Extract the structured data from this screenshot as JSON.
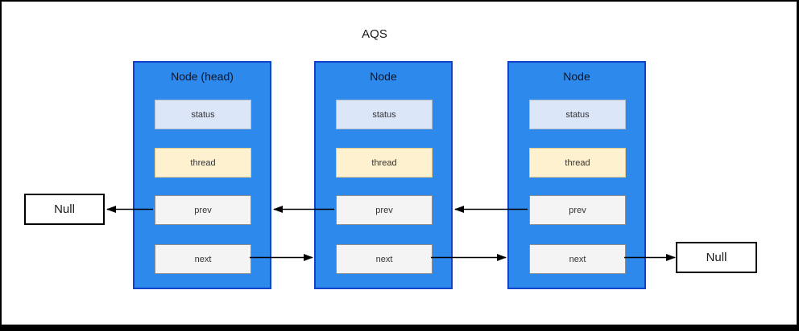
{
  "title": "AQS",
  "nodes": [
    {
      "title": "Node (head)"
    },
    {
      "title": "Node"
    },
    {
      "title": "Node"
    }
  ],
  "fields": {
    "status": "status",
    "thread": "thread",
    "prev": "prev",
    "next": "next"
  },
  "null_left": "Null",
  "null_right": "Null",
  "colors": {
    "node_fill": "#2e89ec",
    "node_border": "#1043c8",
    "status_fill": "#dbe6f8",
    "status_border": "#b4bdca",
    "thread_fill": "#fdf1cf",
    "thread_border": "#dfc98e",
    "pointer_fill": "#f4f4f4",
    "pointer_border": "#8f8f8f",
    "arrow": "#000000",
    "null_fill": "#ffffff",
    "null_border": "#000000"
  }
}
